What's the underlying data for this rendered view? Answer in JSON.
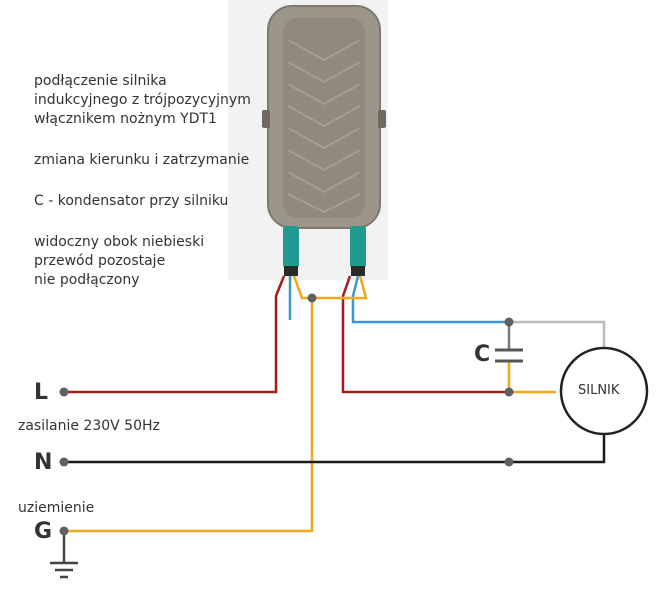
{
  "notes": {
    "line1": "podłączenie silnika",
    "line2": "indukcyjnego z trójpozycyjnym",
    "line3": "włącznikem nożnym YDT1",
    "line4": "zmiana kierunku i zatrzymanie",
    "line5": "C - kondensator przy silniku",
    "line6": "widoczny obok niebieski",
    "line7": "przewód pozostaje",
    "line8": "nie podłączony"
  },
  "labels": {
    "L": "L",
    "N": "N",
    "G": "G",
    "supply": "zasilanie 230V 50Hz",
    "ground": "uziemienie",
    "capacitor": "C",
    "motor": "SILNIK"
  },
  "colors": {
    "red": "#a31d1d",
    "blue": "#3b97d3",
    "yellow": "#f0a81c",
    "black": "#1a1a1a",
    "grey": "#bbbbbb",
    "node": "#606060",
    "pedal": "#9c968a"
  }
}
